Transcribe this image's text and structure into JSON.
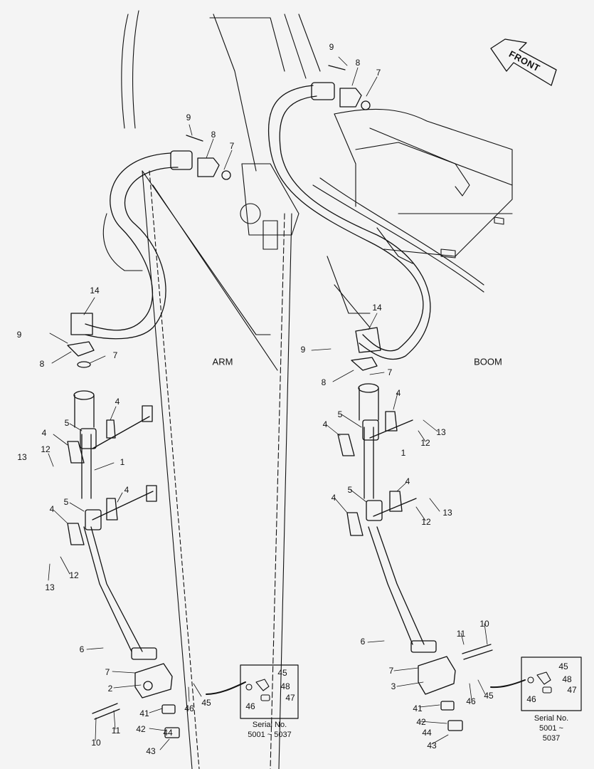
{
  "front_label": "FRONT",
  "section_labels": {
    "arm": "ARM",
    "boom": "BOOM"
  },
  "serial": {
    "title": "Serial No.",
    "range": "5001 ~ 5037"
  },
  "callouts": [
    {
      "text": "9"
    },
    {
      "text": "8"
    },
    {
      "text": "7"
    },
    {
      "text": "9"
    },
    {
      "text": "8"
    },
    {
      "text": "7"
    },
    {
      "text": "14"
    },
    {
      "text": "9"
    },
    {
      "text": "8"
    },
    {
      "text": "7"
    },
    {
      "text": "14"
    },
    {
      "text": "9"
    },
    {
      "text": "8"
    },
    {
      "text": "7"
    },
    {
      "text": "4"
    },
    {
      "text": "5"
    },
    {
      "text": "4"
    },
    {
      "text": "12"
    },
    {
      "text": "13"
    },
    {
      "text": "1"
    },
    {
      "text": "4"
    },
    {
      "text": "5"
    },
    {
      "text": "4"
    },
    {
      "text": "12"
    },
    {
      "text": "13"
    },
    {
      "text": "6"
    },
    {
      "text": "7"
    },
    {
      "text": "2"
    },
    {
      "text": "41"
    },
    {
      "text": "42"
    },
    {
      "text": "44"
    },
    {
      "text": "43"
    },
    {
      "text": "10"
    },
    {
      "text": "11"
    },
    {
      "text": "46"
    },
    {
      "text": "45"
    },
    {
      "text": "45"
    },
    {
      "text": "48"
    },
    {
      "text": "47"
    },
    {
      "text": "46"
    },
    {
      "text": "4"
    },
    {
      "text": "5"
    },
    {
      "text": "4"
    },
    {
      "text": "13"
    },
    {
      "text": "12"
    },
    {
      "text": "1"
    },
    {
      "text": "4"
    },
    {
      "text": "5"
    },
    {
      "text": "4"
    },
    {
      "text": "13"
    },
    {
      "text": "12"
    },
    {
      "text": "6"
    },
    {
      "text": "7"
    },
    {
      "text": "3"
    },
    {
      "text": "41"
    },
    {
      "text": "42"
    },
    {
      "text": "44"
    },
    {
      "text": "43"
    },
    {
      "text": "11"
    },
    {
      "text": "10"
    },
    {
      "text": "46"
    },
    {
      "text": "45"
    },
    {
      "text": "45"
    },
    {
      "text": "48"
    },
    {
      "text": "47"
    },
    {
      "text": "46"
    }
  ]
}
